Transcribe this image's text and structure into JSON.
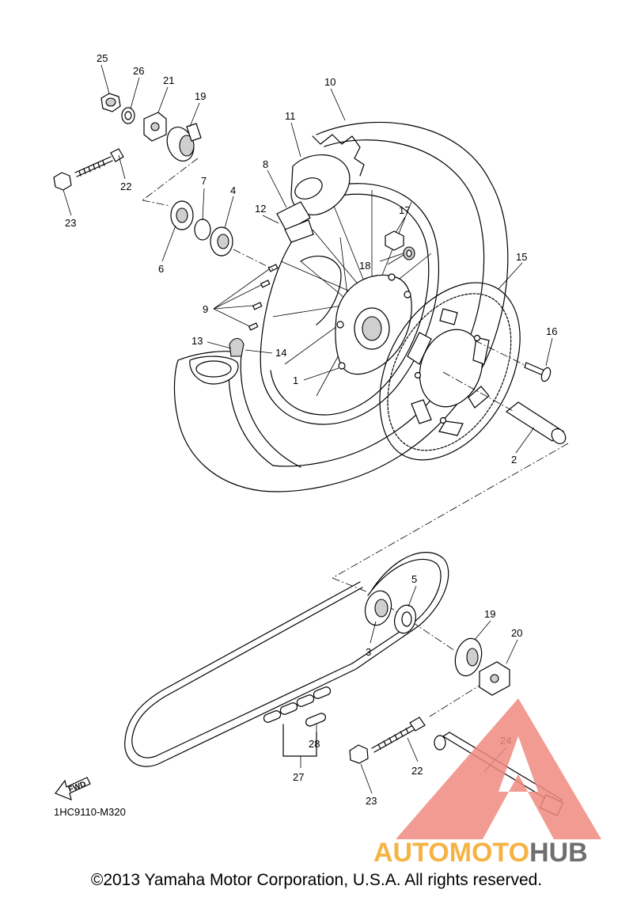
{
  "diagram_code": "1HC9110-M320",
  "fwd_label": "FWD",
  "copyright": "©2013 Yamaha Motor Corporation, U.S.A. All rights reserved.",
  "logo": {
    "part1": "AUTOMOTO",
    "part2": "HUB",
    "color1": "#f5a623",
    "color2": "#555555",
    "mark_color": "#f08a80"
  },
  "callouts": {
    "c1": "1",
    "c2": "2",
    "c3": "3",
    "c4": "4",
    "c5": "5",
    "c6": "6",
    "c7": "7",
    "c8": "8",
    "c9": "9",
    "c10": "10",
    "c11": "11",
    "c12": "12",
    "c13": "13",
    "c14": "14",
    "c15": "15",
    "c16": "16",
    "c17": "17",
    "c18": "18",
    "c19a": "19",
    "c19b": "19",
    "c20": "20",
    "c21": "21",
    "c22a": "22",
    "c22b": "22",
    "c23a": "23",
    "c23b": "23",
    "c24": "24",
    "c25": "25",
    "c26": "26",
    "c27": "27",
    "c28": "28"
  }
}
